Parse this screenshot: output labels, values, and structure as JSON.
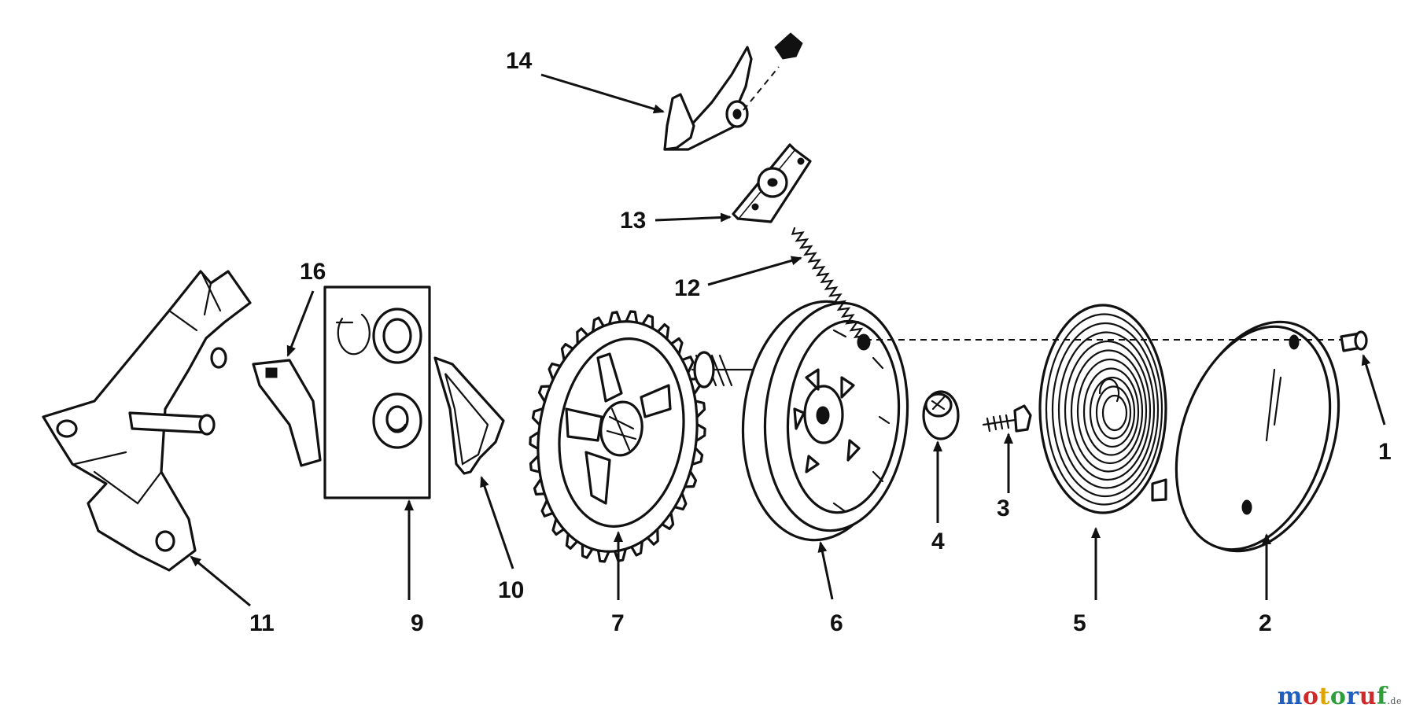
{
  "diagram": {
    "callouts": [
      {
        "id": "14",
        "label": "14"
      },
      {
        "id": "13",
        "label": "13"
      },
      {
        "id": "12",
        "label": "12"
      },
      {
        "id": "16",
        "label": "16"
      },
      {
        "id": "11",
        "label": "11"
      },
      {
        "id": "9",
        "label": "9"
      },
      {
        "id": "10",
        "label": "10"
      },
      {
        "id": "7",
        "label": "7"
      },
      {
        "id": "6",
        "label": "6"
      },
      {
        "id": "4",
        "label": "4"
      },
      {
        "id": "3",
        "label": "3"
      },
      {
        "id": "5",
        "label": "5"
      },
      {
        "id": "2",
        "label": "2"
      },
      {
        "id": "1",
        "label": "1"
      }
    ]
  },
  "watermark": {
    "text_main": "motoruf",
    "text_suffix": ".de",
    "colors": [
      "#1f5fbf",
      "#d12a2a",
      "#e0a400",
      "#2e9e3a",
      "#1f5fbf",
      "#d12a2a",
      "#2e9e3a"
    ]
  }
}
